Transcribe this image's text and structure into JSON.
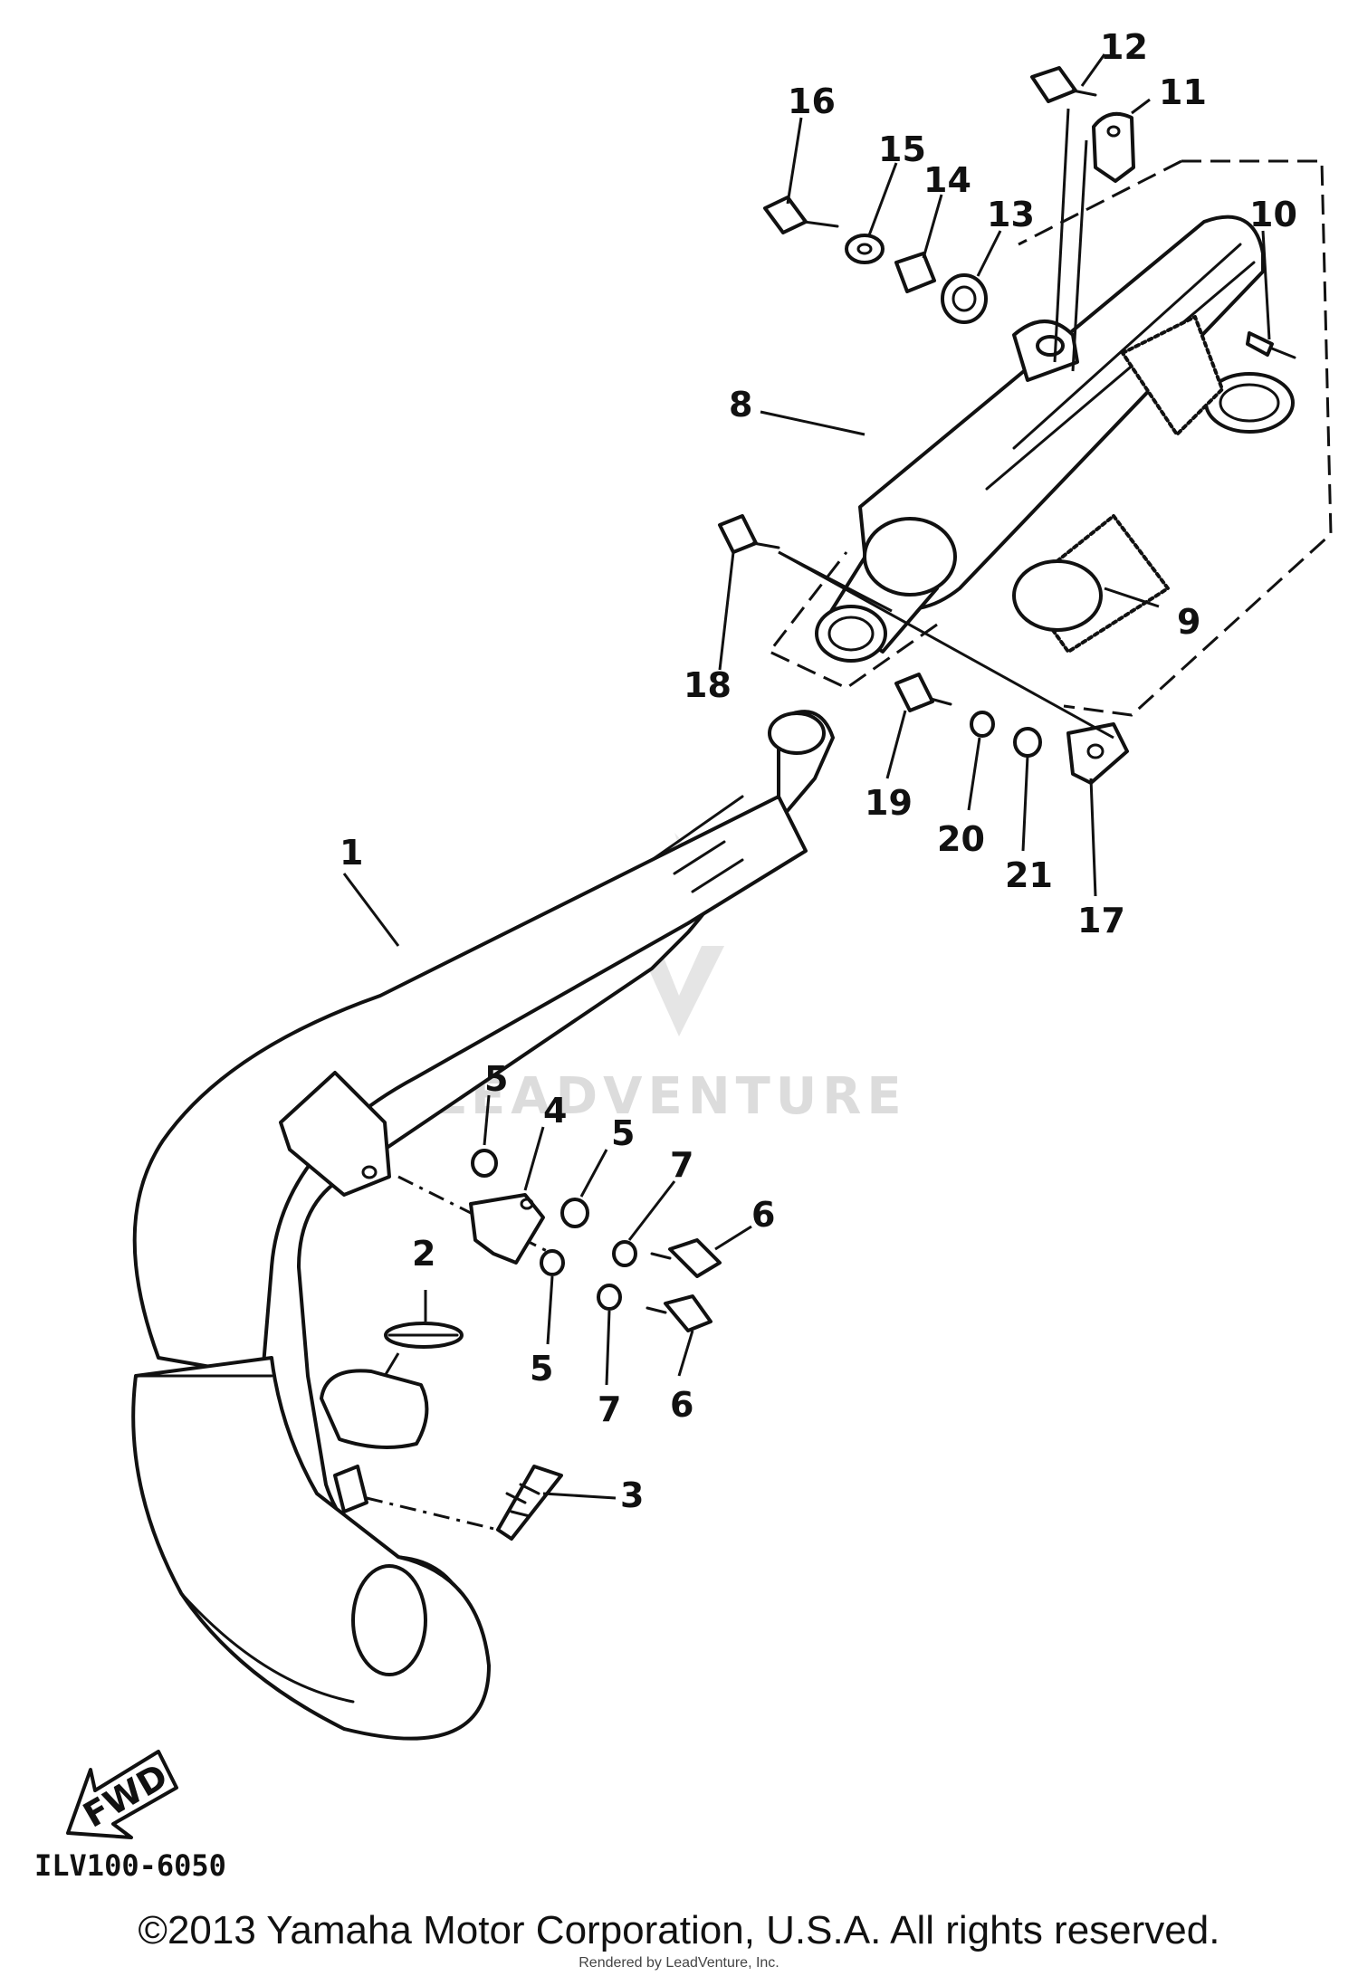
{
  "diagram": {
    "callouts": [
      "1",
      "2",
      "3",
      "4",
      "5",
      "5",
      "5",
      "6",
      "6",
      "7",
      "7",
      "8",
      "9",
      "10",
      "11",
      "12",
      "13",
      "14",
      "15",
      "16",
      "17",
      "18",
      "19",
      "20",
      "21"
    ],
    "fwd_label": "FWD",
    "drawing_code": "ILV100-6050",
    "watermark": "LEADVENTURE"
  },
  "footer": {
    "copyright": "©2013 Yamaha Motor Corporation, U.S.A. All rights reserved.",
    "rendered_by": "Rendered by LeadVenture, Inc."
  }
}
